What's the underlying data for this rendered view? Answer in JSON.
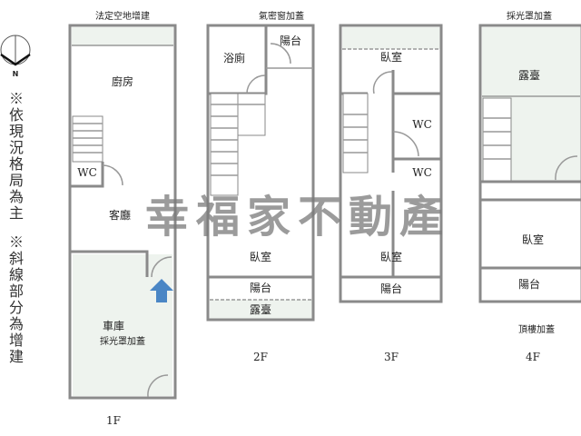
{
  "notes": {
    "layout": "※依現況格局為主",
    "additions": "※斜線部分為增建"
  },
  "compass": {
    "label": "N"
  },
  "watermark": "幸福家不動產",
  "colors": {
    "addition_shade": "#eef3ee",
    "entry_arrow": "#4a86c5",
    "wall": "#8a8a8a"
  },
  "floors": {
    "f1": {
      "name": "1F",
      "top_note": "法定空地增建",
      "rooms": {
        "kitchen": "廚房",
        "wc": "WC",
        "living": "客廳",
        "garage": "車庫",
        "garage_note": "採光罩加蓋"
      }
    },
    "f2": {
      "name": "2F",
      "top_note": "氣密窗加蓋",
      "rooms": {
        "bath": "浴廁",
        "balcony_top": "陽台",
        "bedroom": "臥室",
        "balcony": "陽台",
        "terrace": "露臺"
      }
    },
    "f3": {
      "name": "3F",
      "rooms": {
        "bedroom_top": "臥室",
        "wc1": "WC",
        "wc2": "WC",
        "bedroom": "臥室",
        "balcony": "陽台"
      }
    },
    "f4": {
      "name": "4F",
      "top_note": "採光罩加蓋",
      "bottom_note": "頂樓加蓋",
      "rooms": {
        "terrace": "露臺",
        "bedroom": "臥室",
        "balcony": "陽台"
      }
    }
  }
}
